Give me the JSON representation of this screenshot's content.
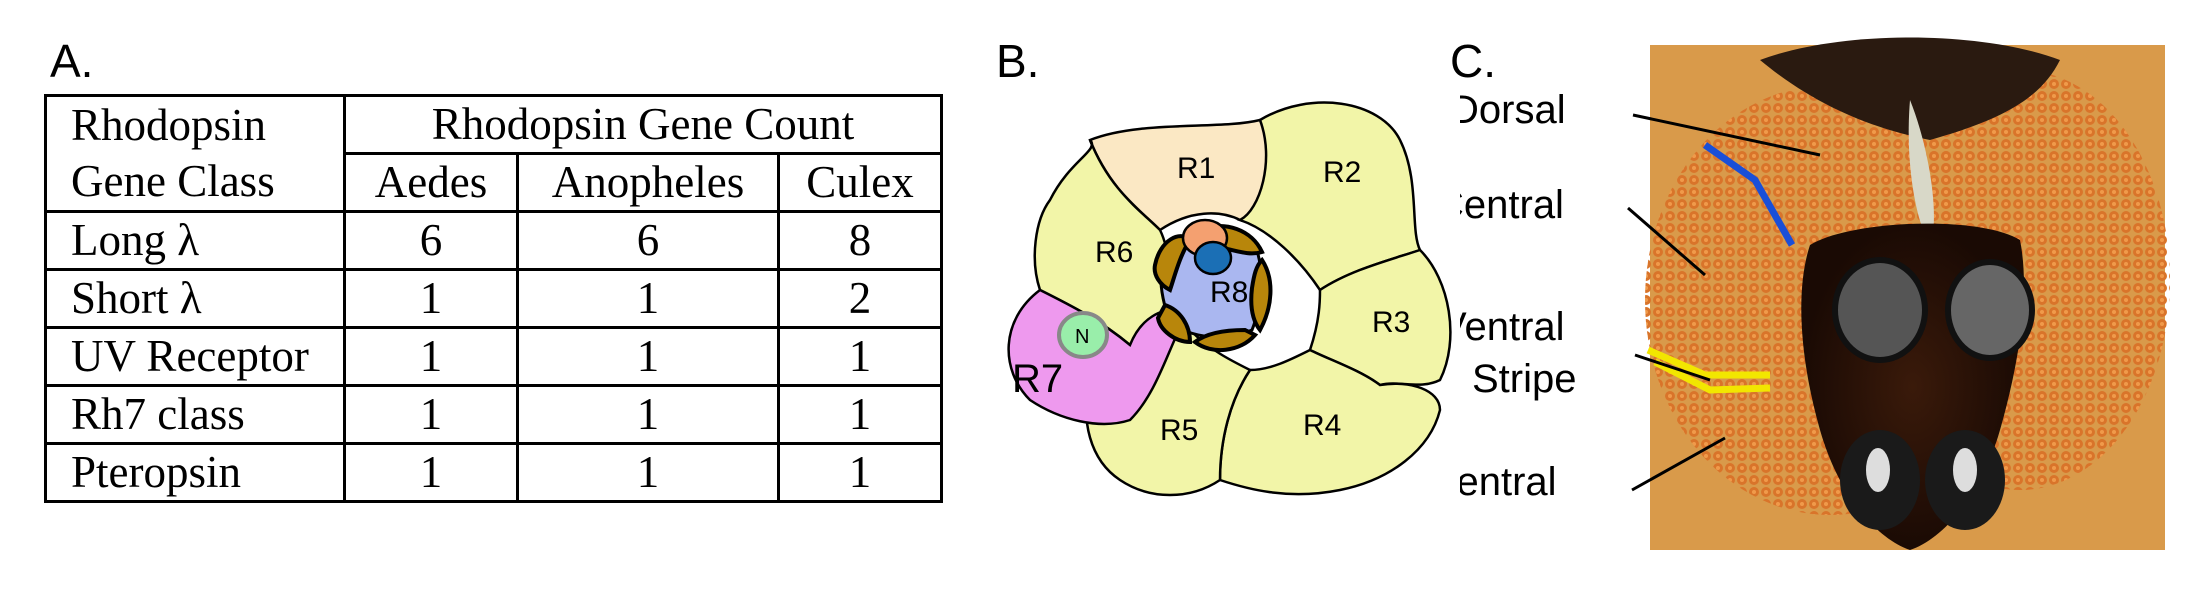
{
  "panel_a": {
    "label": "A.",
    "header": {
      "class_line1": "Rhodopsin",
      "class_line2": "Gene Class",
      "count_title": "Rhodopsin Gene Count",
      "species": [
        "Aedes",
        "Anopheles",
        "Culex"
      ]
    },
    "rows": [
      {
        "class": "Long λ",
        "values": [
          "6",
          "6",
          "8"
        ]
      },
      {
        "class": "Short λ",
        "values": [
          "1",
          "1",
          "2"
        ]
      },
      {
        "class": "UV Receptor",
        "values": [
          "1",
          "1",
          "1"
        ]
      },
      {
        "class": "Rh7 class",
        "values": [
          "1",
          "1",
          "1"
        ]
      },
      {
        "class": "Pteropsin",
        "values": [
          "1",
          "1",
          "1"
        ]
      }
    ]
  },
  "panel_b": {
    "label": "B.",
    "cells": {
      "r1": "R1",
      "r2": "R2",
      "r3": "R3",
      "r4": "R4",
      "r5": "R5",
      "r6": "R6",
      "r7": "R7",
      "r8": "R8",
      "nucleus": "N"
    },
    "colors": {
      "outer_cells": "#f2f5a8",
      "r1": "#fbe8c4",
      "r7": "#ee99ee",
      "r8": "#aab7f0",
      "rhabdomere": "#b8860b",
      "nucleus": "#99eeaa",
      "orange_blob": "#f4a070",
      "blue_blob": "#1b6fb5"
    }
  },
  "panel_c": {
    "label": "C.",
    "annotations": {
      "dorsal": "Dorsal",
      "central": "Central",
      "ventral_stripe_line1": "Ventral",
      "ventral_stripe_line2": "Stripe",
      "ventral": "Ventral"
    },
    "colors": {
      "dorsal_marker": "#1a4fd8",
      "ventral_stripe_marker": "#f2e600",
      "eye": "#c8651a",
      "background": "#d99a4a"
    }
  }
}
